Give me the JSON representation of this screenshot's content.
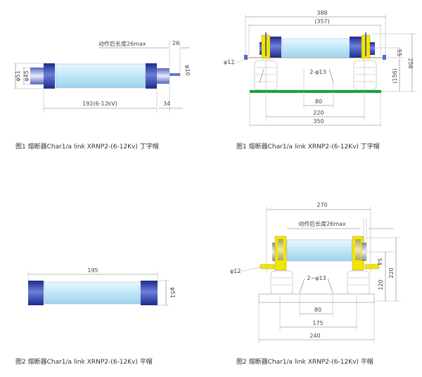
{
  "figures": [
    {
      "caption": "图1 熔断器Char1/a link  XRNP2-(6-12Kv) 丁字帽",
      "labels": {
        "after_action_length": "动作后长度26max",
        "dim_26": "26",
        "phi51": "φ51",
        "phi45": "φ45",
        "phi10": "φ10",
        "length": "192(6-12kV)",
        "dim_34": "34"
      }
    },
    {
      "caption": "图1 熔断器Char1/a link  XRNP2-(6-12Kv) 丁字帽",
      "labels": {
        "overall": "388",
        "inner": "(357)",
        "phi12": "φ12",
        "holes": "2-φ13",
        "dim_80": "80",
        "dim_220": "220",
        "dim_350": "350",
        "dim_55": "55",
        "dim_156": "(156)",
        "dim_258": "258"
      }
    },
    {
      "caption": "图2 熔断器Char1/a link  XRNP2-(6-12Kv) 平帽",
      "labels": {
        "length": "195",
        "phi51": "φ51"
      }
    },
    {
      "caption": "图2 熔断器Char1/a link  XRNP2-(6-12Kv) 平帽",
      "labels": {
        "overall": "270",
        "after_action_length": "动作后长度26max",
        "phi12": "φ12",
        "holes": "2~φ13",
        "dim_80": "80",
        "dim_175": "175",
        "dim_240": "240",
        "dim_54": "54",
        "dim_120": "120",
        "dim_220": "220"
      }
    }
  ],
  "colors": {
    "tube": "#cfeef9",
    "cap": "#2b3fa0",
    "clamp": "#f2e600",
    "base_bar": "#1aa03a"
  }
}
